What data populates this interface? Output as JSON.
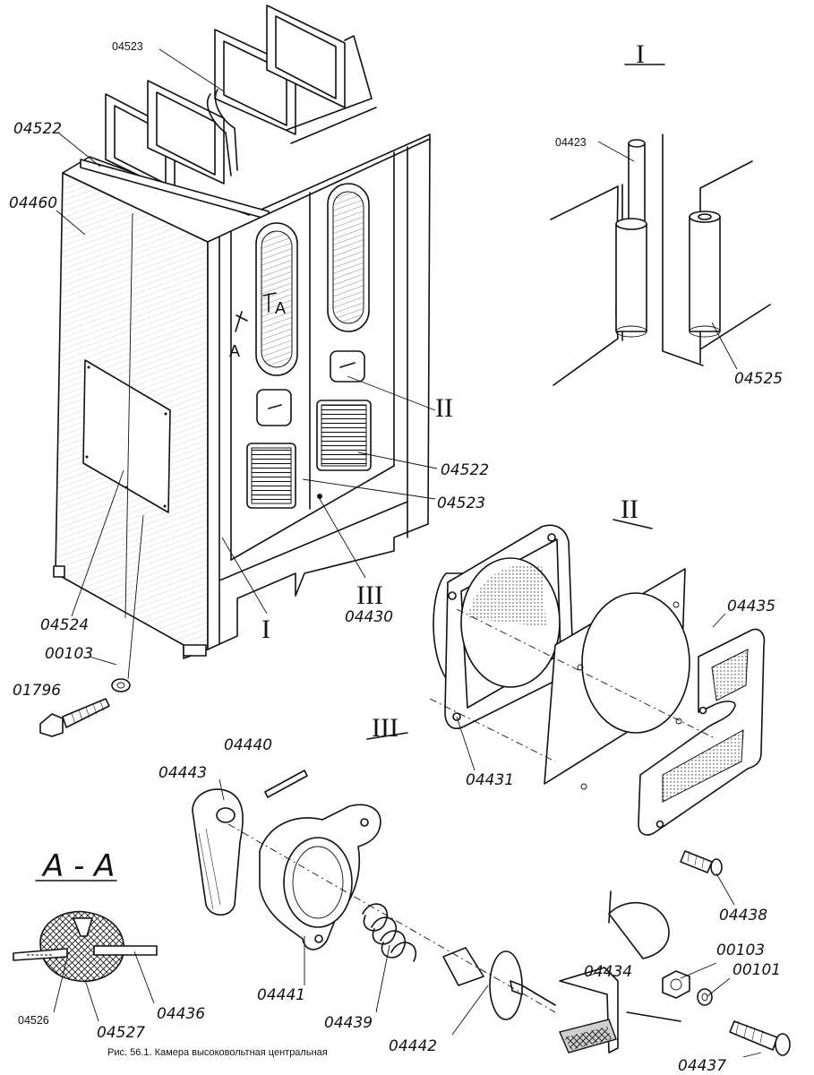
{
  "caption": "Рис. 56.1. Камера высоковольтная центральная",
  "views": {
    "view_I": "I",
    "view_II": "II",
    "view_III": "III",
    "section_AA": "А - А"
  },
  "markers": {
    "callout_I": "I",
    "callout_II": "II",
    "callout_III": "III",
    "cut_A_left": "А",
    "cut_A_right": "А"
  },
  "parts": {
    "p04523_top": "04523",
    "p04522_left": "04522",
    "p04460": "04460",
    "p04522_right": "04522",
    "p04523_right": "04523",
    "p04524": "04524",
    "p00103_main": "00103",
    "p01796": "01796",
    "p04430": "04430",
    "p04423": "04423",
    "p04525": "04525",
    "p04435": "04435",
    "p04431": "04431",
    "p04438": "04438",
    "p04440": "04440",
    "p04443": "04443",
    "p04441": "04441",
    "p04439": "04439",
    "p04442": "04442",
    "p04434": "04434",
    "p00103_lock": "00103",
    "p00101": "00101",
    "p04437": "04437",
    "p04526": "04526",
    "p04527": "04527",
    "p04436": "04436"
  }
}
